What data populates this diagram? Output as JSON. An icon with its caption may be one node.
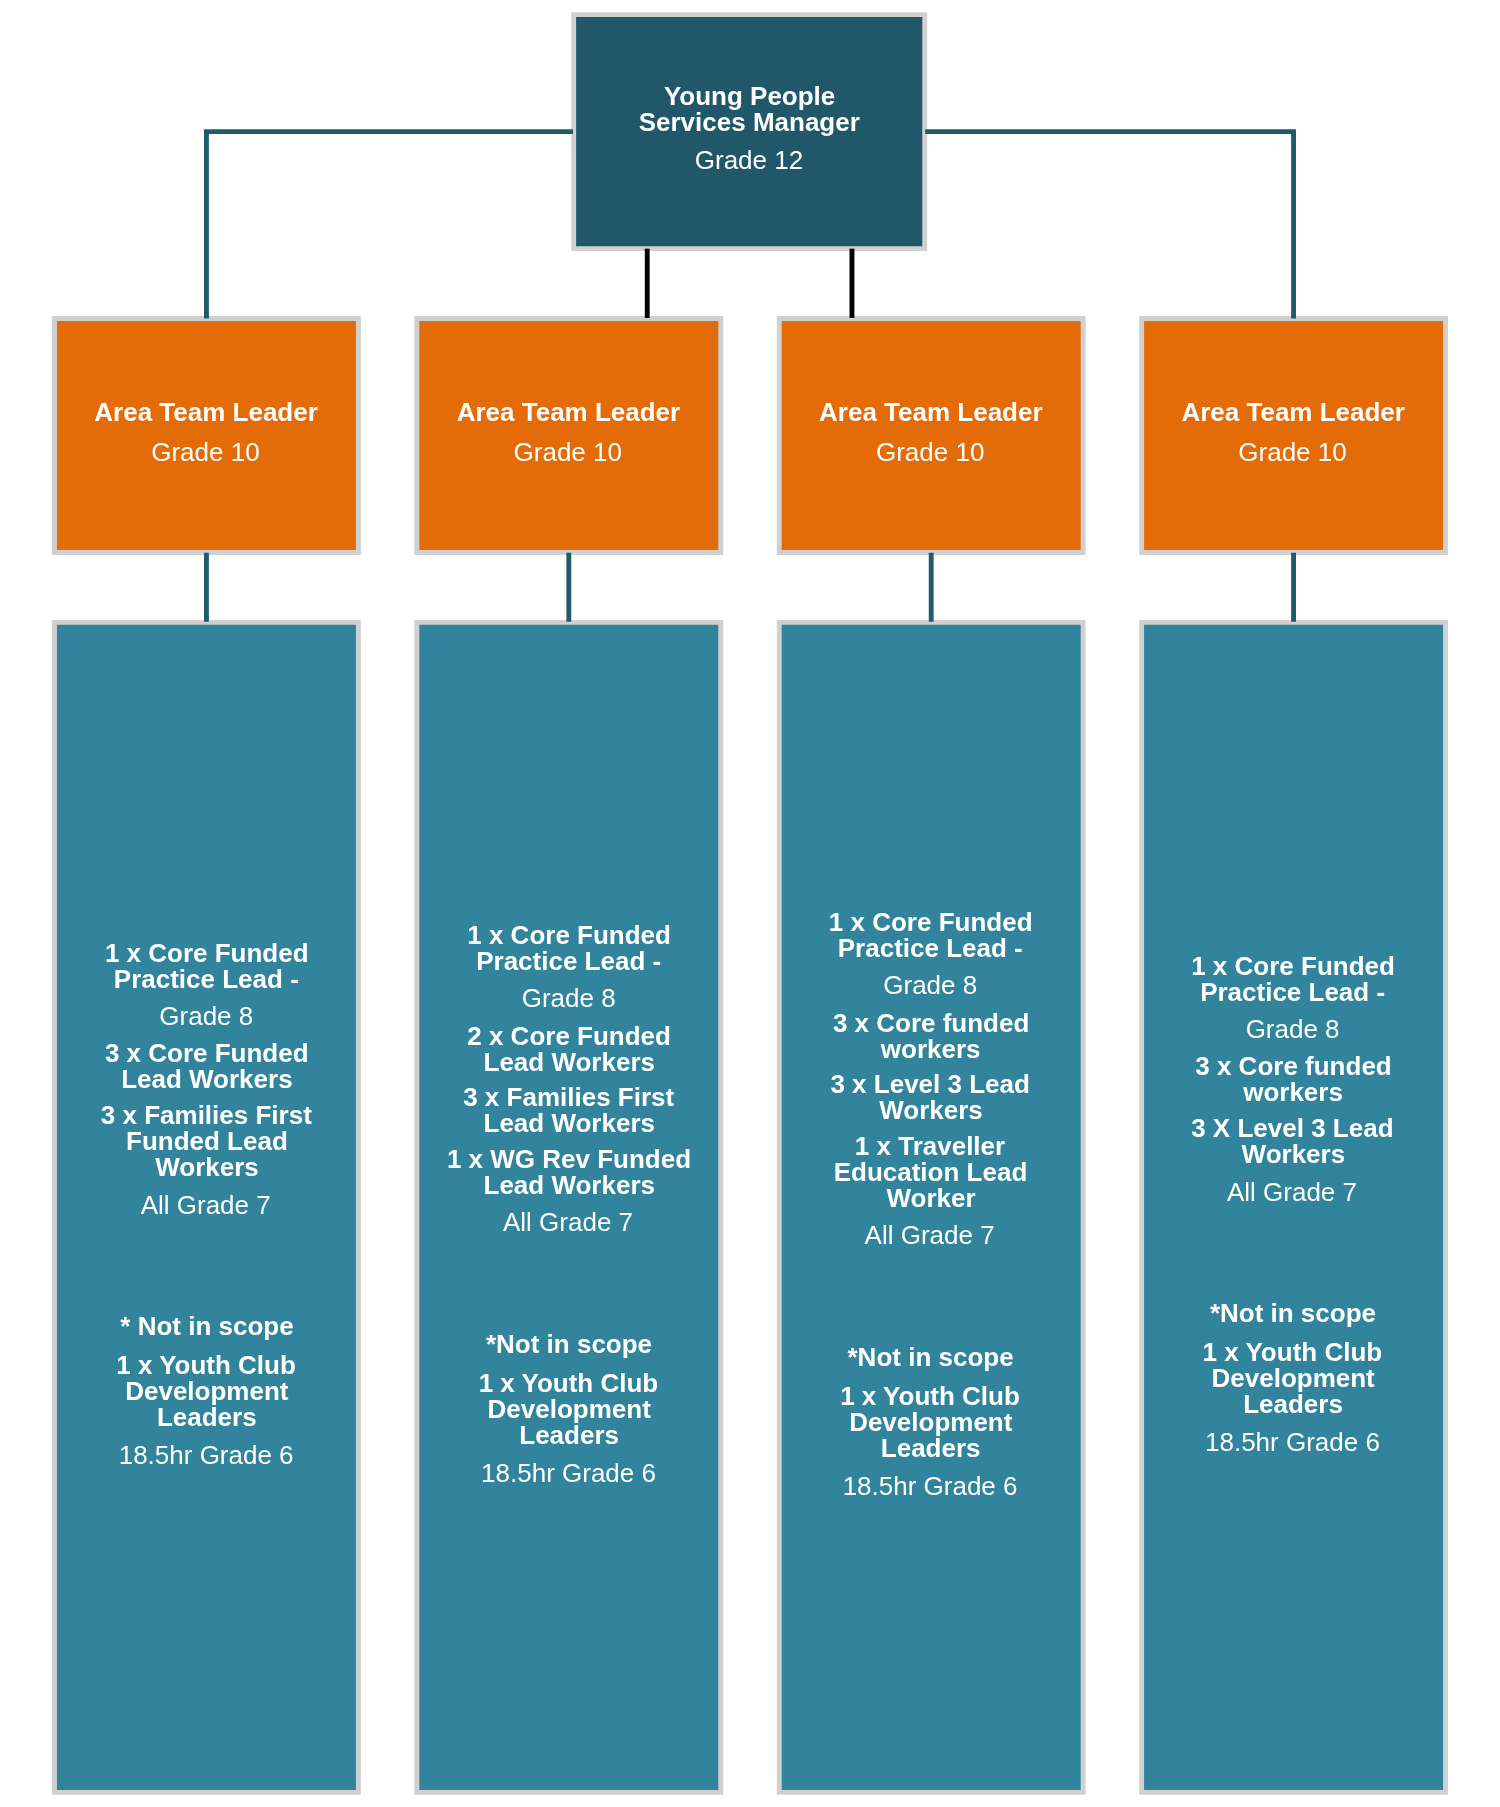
{
  "diagram": {
    "nodes": [
      {
        "text": [
          "Young People Services Manager",
          "Grade 12"
        ]
      },
      {
        "text": [
          "Area Team Leader",
          "Grade 10"
        ]
      },
      {
        "text": [
          "Area Team Leader",
          "Grade 10"
        ]
      },
      {
        "text": [
          "Area Team Leader",
          "Grade 10"
        ]
      },
      {
        "text": [
          "Area Team Leader",
          "Grade 10"
        ]
      },
      {
        "text": [
          "1 x Core Funded Practice Lead -",
          "Grade 8",
          "3 x Core Funded Lead Workers",
          "3 x Families First Funded Lead Workers",
          "All Grade 7",
          "* Not in scope",
          "1 x Youth Club Development Leaders",
          "18.5hr Grade 6"
        ]
      },
      {
        "text": [
          "1 x Core Funded Practice Lead -",
          "Grade 8",
          "2 x Core Funded Lead Workers",
          "3 x Families First Lead Workers",
          "1 x WG Rev Funded Lead Workers",
          "All Grade 7",
          "*Not in scope",
          "1 x Youth Club Development Leaders",
          "18.5hr Grade 6"
        ]
      },
      {
        "text": [
          "1 x Core Funded Practice Lead -",
          "Grade 8",
          "3 x Core funded workers",
          "3 x Level 3 Lead Workers",
          "1 x Traveller Education Lead Worker",
          "All Grade 7",
          "*Not in scope",
          "1 x Youth Club Development Leaders",
          "18.5hr Grade 6"
        ]
      },
      {
        "text": [
          "1 x Core Funded Practice Lead -",
          "Grade 8",
          "3 x Core funded workers",
          "3 X Level 3 Lead Workers",
          "All Grade 7",
          "*Not in scope",
          "1 x Youth Club Development Leaders",
          "18.5hr Grade 6"
        ]
      }
    ],
    "edges": [
      {
        "from": 0,
        "to": 1,
        "arrow": "none"
      },
      {
        "from": 0,
        "to": 2,
        "arrow": "none",
        "color": "#000000"
      },
      {
        "from": 0,
        "to": 3,
        "arrow": "none",
        "color": "#000000"
      },
      {
        "from": 0,
        "to": 4,
        "arrow": "none"
      },
      {
        "from": 1,
        "to": 5,
        "arrow": "none"
      },
      {
        "from": 2,
        "to": 6,
        "arrow": "none"
      },
      {
        "from": 3,
        "to": 7,
        "arrow": "none"
      },
      {
        "from": 4,
        "to": 8,
        "arrow": "none"
      }
    ]
  }
}
